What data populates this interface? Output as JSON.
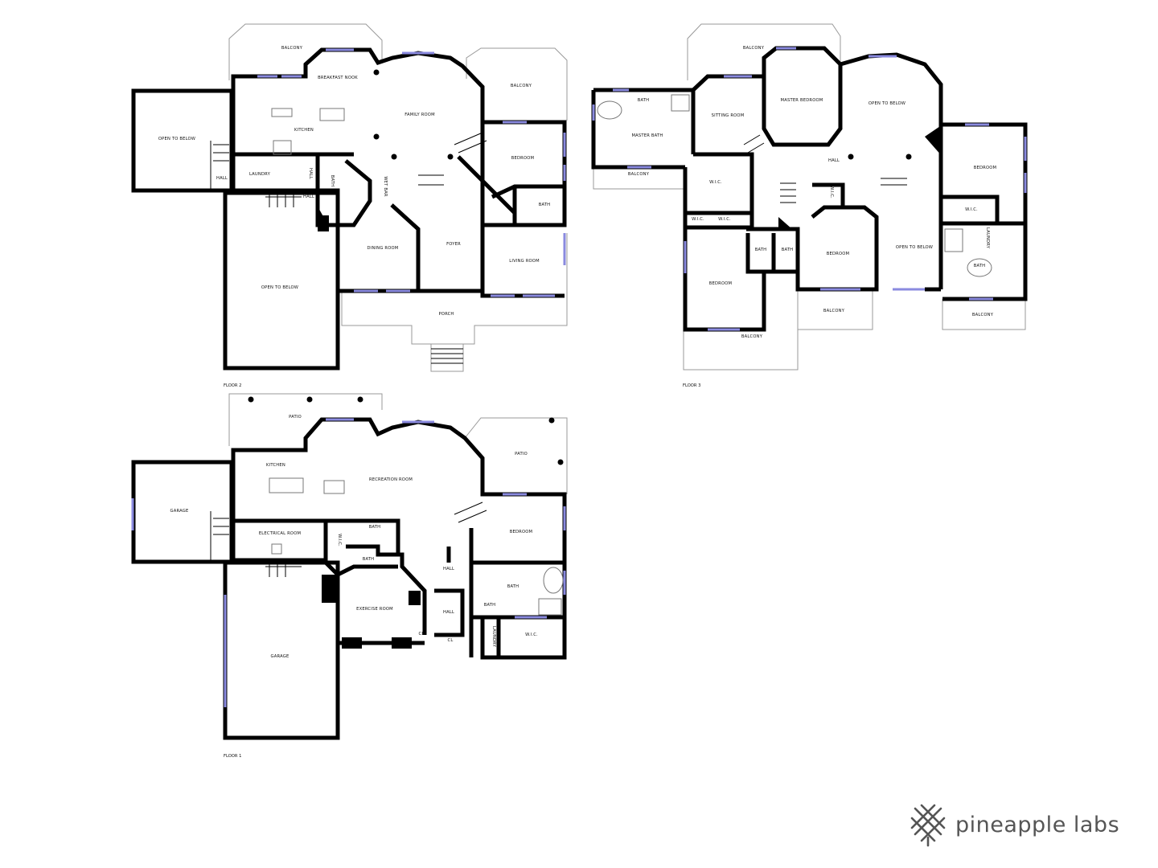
{
  "floors": [
    {
      "id": "floor-2",
      "label": "FLOOR 2",
      "rooms": [
        {
          "name": "BALCONY"
        },
        {
          "name": "BREAKFAST NOOK"
        },
        {
          "name": "FAMILY ROOM"
        },
        {
          "name": "BALCONY"
        },
        {
          "name": "KITCHEN"
        },
        {
          "name": "OPEN TO BELOW"
        },
        {
          "name": "BEDROOM"
        },
        {
          "name": "LAUNDRY"
        },
        {
          "name": "HALL"
        },
        {
          "name": "HALL"
        },
        {
          "name": "HALL"
        },
        {
          "name": "BATH"
        },
        {
          "name": "WET BAR"
        },
        {
          "name": "BATH"
        },
        {
          "name": "DINING ROOM"
        },
        {
          "name": "FOYER"
        },
        {
          "name": "LIVING ROOM"
        },
        {
          "name": "OPEN TO BELOW"
        },
        {
          "name": "PORCH"
        }
      ]
    },
    {
      "id": "floor-3",
      "label": "FLOOR 3",
      "rooms": [
        {
          "name": "BALCONY"
        },
        {
          "name": "MASTER BEDROOM"
        },
        {
          "name": "OPEN TO BELOW"
        },
        {
          "name": "BATH"
        },
        {
          "name": "SITTING ROOM"
        },
        {
          "name": "MASTER BATH"
        },
        {
          "name": "BALCONY"
        },
        {
          "name": "HALL"
        },
        {
          "name": "BEDROOM"
        },
        {
          "name": "W.I.C."
        },
        {
          "name": "W.I.C."
        },
        {
          "name": "W.I.C."
        },
        {
          "name": "W.I.C."
        },
        {
          "name": "W.I.C."
        },
        {
          "name": "LAUNDRY"
        },
        {
          "name": "BATH"
        },
        {
          "name": "BATH"
        },
        {
          "name": "BEDROOM"
        },
        {
          "name": "OPEN TO BELOW"
        },
        {
          "name": "BATH"
        },
        {
          "name": "BEDROOM"
        },
        {
          "name": "BALCONY"
        },
        {
          "name": "BALCONY"
        },
        {
          "name": "BALCONY"
        }
      ]
    },
    {
      "id": "floor-1",
      "label": "FLOOR 1",
      "rooms": [
        {
          "name": "PATIO"
        },
        {
          "name": "KITCHEN"
        },
        {
          "name": "RECREATION ROOM"
        },
        {
          "name": "PATIO"
        },
        {
          "name": "GARAGE"
        },
        {
          "name": "ELECTRICAL ROOM"
        },
        {
          "name": "W.I.C."
        },
        {
          "name": "BATH"
        },
        {
          "name": "BATH"
        },
        {
          "name": "BEDROOM"
        },
        {
          "name": "HALL"
        },
        {
          "name": "BATH"
        },
        {
          "name": "EXERCISE ROOM"
        },
        {
          "name": "HALL"
        },
        {
          "name": "BATH"
        },
        {
          "name": "CL"
        },
        {
          "name": "CL"
        },
        {
          "name": "LAUNDRY"
        },
        {
          "name": "W.I.C."
        },
        {
          "name": "GARAGE"
        }
      ]
    }
  ],
  "brand": {
    "name": "pineapple labs"
  }
}
